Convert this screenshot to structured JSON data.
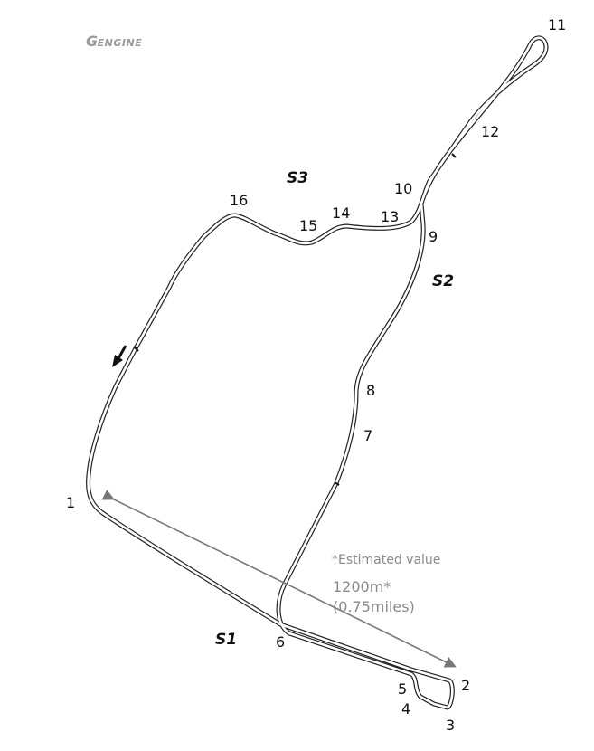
{
  "logo": {
    "g": "G",
    "text": "ENGINE"
  },
  "turns": [
    "1",
    "2",
    "3",
    "4",
    "5",
    "6",
    "7",
    "8",
    "9",
    "10",
    "11",
    "12",
    "13",
    "14",
    "15",
    "16"
  ],
  "sectors": [
    "S1",
    "S2",
    "S3"
  ],
  "notes": {
    "estimated": "*Estimated value",
    "length_m": "1200m*",
    "length_miles": "(0.75miles)"
  },
  "colors": {
    "track": "#222222",
    "arrow": "#777777",
    "label": "#111111",
    "note": "#8a8a8a"
  },
  "icons": {
    "direction": "direction-arrow-icon"
  }
}
